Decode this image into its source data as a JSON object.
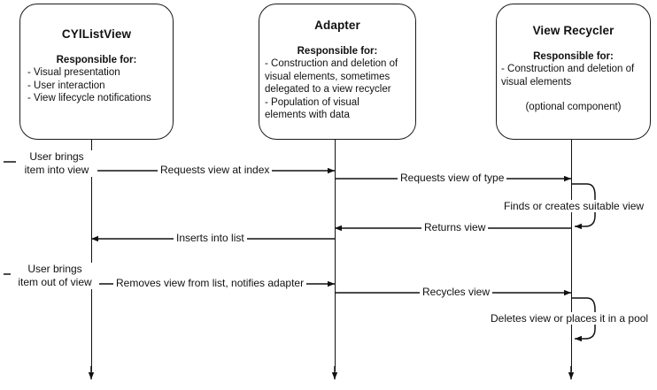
{
  "diagram": {
    "title": "Sequence diagram: list view, adapter and view recycler",
    "background": "#ffffff",
    "line_color": "#111111"
  },
  "actors": [
    {
      "id": "list-view",
      "name": "CYlListView",
      "responsible_head": "Responsible for:",
      "responsibilities": [
        "- Visual presentation",
        "- User interaction",
        "- View lifecycle notifications"
      ],
      "note": ""
    },
    {
      "id": "adapter",
      "name": "Adapter",
      "responsible_head": "Responsible for:",
      "responsibilities": [
        "- Construction and deletion of",
        "visual elements, sometimes",
        "delegated to a view recycler",
        "- Population of visual",
        "elements with data"
      ],
      "note": ""
    },
    {
      "id": "view-recycler",
      "name": "View Recycler",
      "responsible_head": "Responsible for:",
      "responsibilities": [
        "- Construction and deletion of",
        "visual elements"
      ],
      "note": "(optional component)"
    }
  ],
  "messages": {
    "user_brings_in_line1": "User brings",
    "user_brings_in_line2": "item into view",
    "requests_view_at_index": "Requests view at index",
    "requests_view_of_type": "Requests view of type",
    "finds_or_creates": "Finds or creates suitable view",
    "inserts_into_list": "Inserts into list",
    "returns_view": "Returns view",
    "user_brings_out_line1": "User brings",
    "user_brings_out_line2": "item out of view",
    "removes_view": "Removes view from list, notifies adapter",
    "recycles_view": "Recycles view",
    "deletes_view": "Deletes view or places it in a pool"
  }
}
